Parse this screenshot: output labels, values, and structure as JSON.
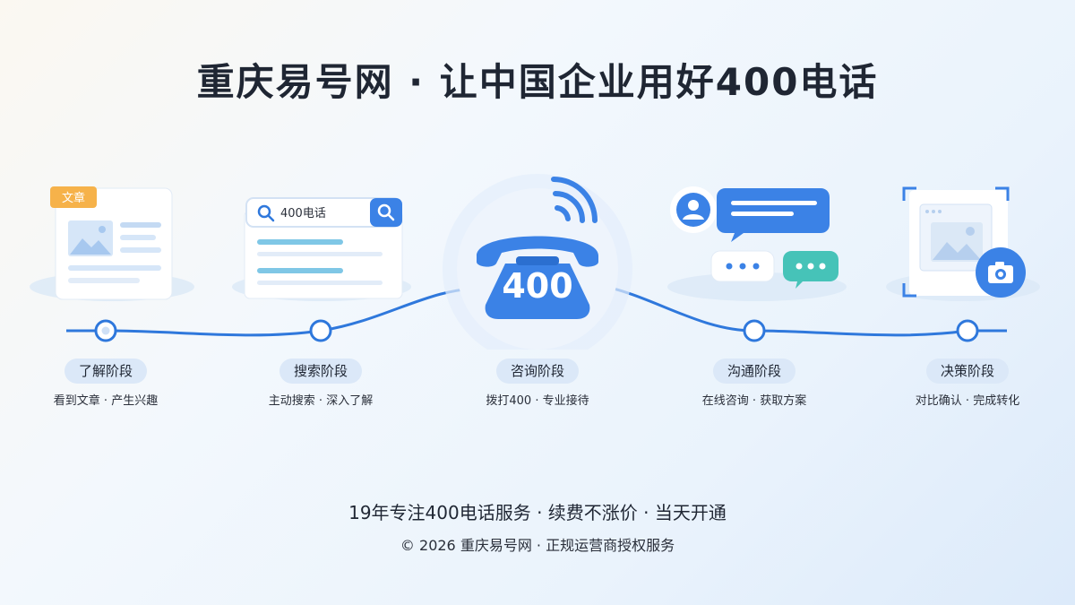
{
  "title": "重庆易号网 · 让中国企业用好400电话",
  "stages": [
    {
      "name": "了解阶段",
      "desc": "看到文章 · 产生兴趣",
      "icon": "article-icon",
      "badge": "文章"
    },
    {
      "name": "搜索阶段",
      "desc": "主动搜索 · 深入了解",
      "icon": "search-results-icon",
      "query": "400电话"
    },
    {
      "name": "咨询阶段",
      "desc": "拨打400 · 专业接待",
      "icon": "telephone-icon",
      "phone_label": "400"
    },
    {
      "name": "沟通阶段",
      "desc": "在线咨询 · 获取方案",
      "icon": "chat-bubbles-icon"
    },
    {
      "name": "决策阶段",
      "desc": "对比确认 · 完成转化",
      "icon": "image-capture-icon"
    }
  ],
  "footer": {
    "line1": "19年专注400电话服务 · 续费不涨价 · 当天开通",
    "line2": "© 2026 重庆易号网 · 正规运营商授权服务"
  },
  "colors": {
    "accent": "#3b82e6",
    "line": "#2f78dc",
    "badge": "#f6b24a",
    "teal": "#46c3b8"
  }
}
